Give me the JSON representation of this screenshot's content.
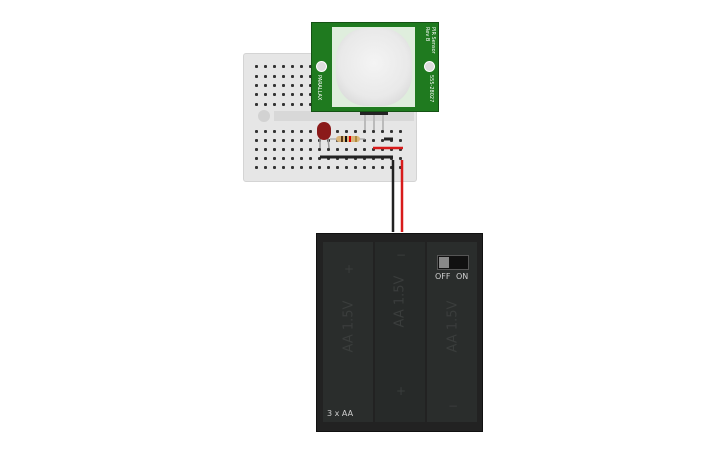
{
  "pir_sensor": {
    "title": "PIR Sensor",
    "rev": "Rev B",
    "brand": "PARALLAX",
    "part": "555-28027"
  },
  "battery": {
    "label": "3 x AA",
    "cells": [
      "AA 1.5V",
      "AA 1.5V",
      "AA 1.5V"
    ],
    "plus": "+",
    "minus": "−",
    "switch_off": "OFF",
    "switch_on": "ON",
    "switch_state": "off"
  },
  "colors": {
    "pcb": "#1f7a1f",
    "wire_red": "#d81b1b",
    "wire_black": "#222222",
    "led": "#8b1a1a",
    "breadboard": "#e6e6e6"
  }
}
